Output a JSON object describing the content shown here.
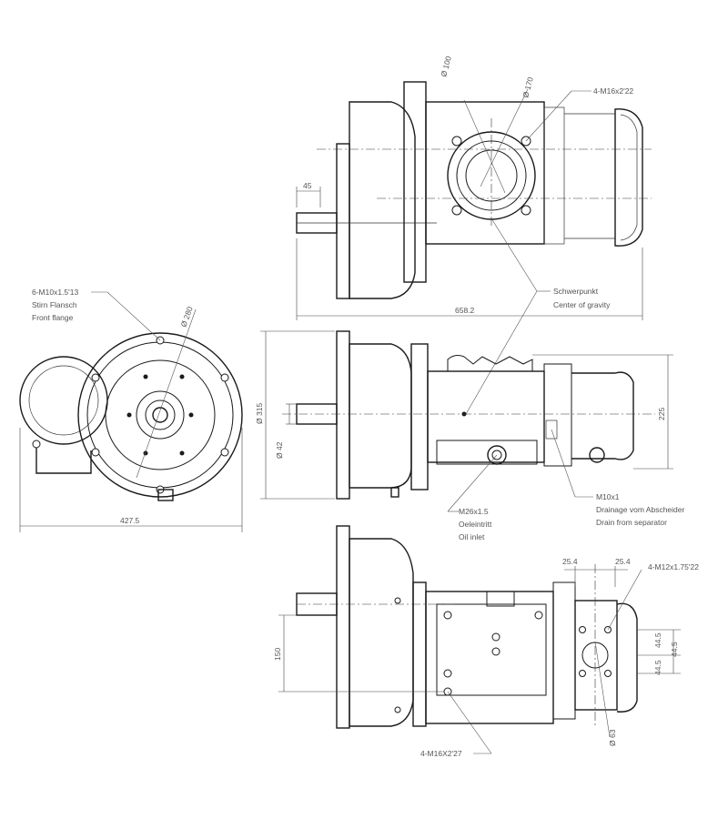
{
  "callouts": {
    "top_thread": "4-M16x2'22",
    "cog_de": "Schwerpunkt",
    "cog_en": "Center of gravity",
    "front_thread": "6-M10x1.5'13",
    "front_de": "Stirn Flansch",
    "front_en": "Front flange",
    "oil_thread": "M26x1.5",
    "oil_de": "Oeleintritt",
    "oil_en": "Oil inlet",
    "drain_thread": "M10x1",
    "drain_de": "Drainage vom Abscheider",
    "drain_en": "Drain from separator",
    "bottom_right_thread": "4-M12x1.75'22",
    "bottom_thread": "4-M16X2'27"
  },
  "dimensions": {
    "d100": "Ø 100",
    "d170": "Ø 170",
    "len45": "45",
    "len658": "658.2",
    "d280": "Ø 280",
    "len427": "427.5",
    "d315": "Ø 315",
    "d42": "Ø 42",
    "h225": "225",
    "w254a": "25.4",
    "w254b": "25.4",
    "h445a": "44.5",
    "h445b": "44.5",
    "h445c": "44.5",
    "h150": "150",
    "d63": "Ø 63"
  }
}
